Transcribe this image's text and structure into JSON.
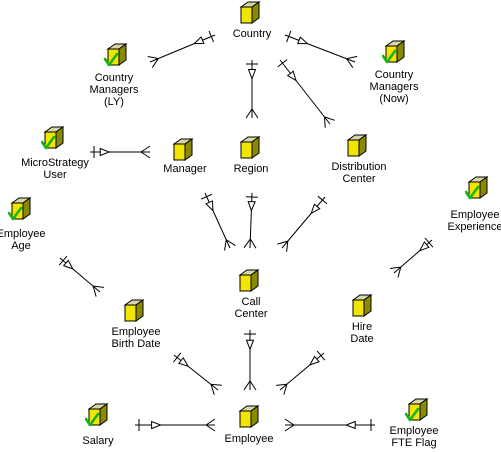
{
  "colors": {
    "cube_front": "#f2e500",
    "cube_side": "#8a8a00",
    "cube_top": "#d6d6a6",
    "cube_outline": "#000000",
    "check": "#19b419",
    "edge": "#000000"
  },
  "nodes": [
    {
      "id": "country",
      "label": "Country",
      "checked": false
    },
    {
      "id": "country-managers-ly",
      "label": "Country\nManagers\n(LY)",
      "checked": true
    },
    {
      "id": "country-managers-now",
      "label": "Country\nManagers\n(Now)",
      "checked": true
    },
    {
      "id": "microstrategy-user",
      "label": "MicroStrategy\nUser",
      "checked": true
    },
    {
      "id": "manager",
      "label": "Manager",
      "checked": false
    },
    {
      "id": "region",
      "label": "Region",
      "checked": false
    },
    {
      "id": "distribution-center",
      "label": "Distribution\nCenter",
      "checked": false
    },
    {
      "id": "employee-age",
      "label": "Employee\nAge",
      "checked": true
    },
    {
      "id": "employee-experience",
      "label": "Employee\nExperience",
      "checked": true
    },
    {
      "id": "call-center",
      "label": "Call Center",
      "checked": false
    },
    {
      "id": "employee-birth-date",
      "label": "Employee\nBirth Date",
      "checked": false
    },
    {
      "id": "hire-date",
      "label": "Hire Date",
      "checked": false
    },
    {
      "id": "salary",
      "label": "Salary",
      "checked": true
    },
    {
      "id": "employee",
      "label": "Employee",
      "checked": false
    },
    {
      "id": "employee-fte-flag",
      "label": "Employee\nFTE Flag",
      "checked": true
    }
  ],
  "relationships": [
    {
      "parent": "country",
      "child": "country-managers-ly"
    },
    {
      "parent": "country",
      "child": "country-managers-now"
    },
    {
      "parent": "country",
      "child": "region"
    },
    {
      "parent": "country",
      "child": "distribution-center"
    },
    {
      "parent": "microstrategy-user",
      "child": "manager"
    },
    {
      "parent": "manager",
      "child": "call-center"
    },
    {
      "parent": "region",
      "child": "call-center"
    },
    {
      "parent": "distribution-center",
      "child": "call-center"
    },
    {
      "parent": "employee-age",
      "child": "employee-birth-date"
    },
    {
      "parent": "employee-experience",
      "child": "hire-date"
    },
    {
      "parent": "call-center",
      "child": "employee"
    },
    {
      "parent": "employee-birth-date",
      "child": "employee"
    },
    {
      "parent": "hire-date",
      "child": "employee"
    },
    {
      "parent": "salary",
      "child": "employee"
    },
    {
      "parent": "employee-fte-flag",
      "child": "employee"
    }
  ]
}
